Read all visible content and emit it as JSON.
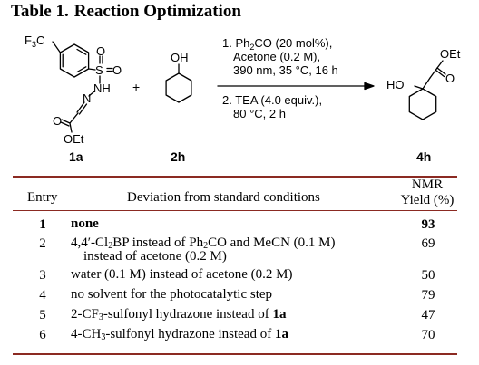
{
  "table": {
    "label": "Table 1.",
    "title": "Reaction Optimization"
  },
  "scheme": {
    "reactant1_id": "1a",
    "reactant2_id": "2h",
    "product_id": "4h",
    "plus": "+",
    "atoms": {
      "cf3_prefix": "F",
      "cf3_sub": "3",
      "cf3_suffix": "C",
      "s": "S",
      "o": "O",
      "nh": "NH",
      "n": "N",
      "oet": "OEt",
      "oh": "OH",
      "ho": "HO"
    },
    "step1": {
      "line1_prefix": "1. Ph",
      "line1_sub": "2",
      "line1_suffix": "CO (20 mol%),",
      "line2": "Acetone (0.2 M),",
      "line3": "390 nm, 35 °C, 16 h"
    },
    "step2": {
      "line1": "2. TEA (4.0 equiv.),",
      "line2": "80 °C, 2 h"
    }
  },
  "columns": {
    "entry": "Entry",
    "deviation": "Deviation from standard conditions",
    "yield_line1": "NMR",
    "yield_line2": "Yield (%)"
  },
  "rows": [
    {
      "entry": "1",
      "deviation_html": "none",
      "yield": "93",
      "bold": true
    },
    {
      "entry": "2",
      "deviation_html": "4,4′-Cl<sub>2</sub>BP instead of Ph<sub>2</sub>CO and MeCN (0.1 M)<span class=\"indent\">instead of acetone (0.2 M)</span>",
      "yield": "69",
      "bold": false
    },
    {
      "entry": "3",
      "deviation_html": "water (0.1 M) instead of acetone (0.2 M)",
      "yield": "50",
      "bold": false
    },
    {
      "entry": "4",
      "deviation_html": "no solvent for the photocatalytic step",
      "yield": "79",
      "bold": false
    },
    {
      "entry": "5",
      "deviation_html": "2-CF<sub>3</sub>-sulfonyl hydrazone instead of <b>1a</b>",
      "yield": "47",
      "bold": false
    },
    {
      "entry": "6",
      "deviation_html": "4-CH<sub>3</sub>-sulfonyl hydrazone instead of <b>1a</b>",
      "yield": "70",
      "bold": false
    }
  ]
}
